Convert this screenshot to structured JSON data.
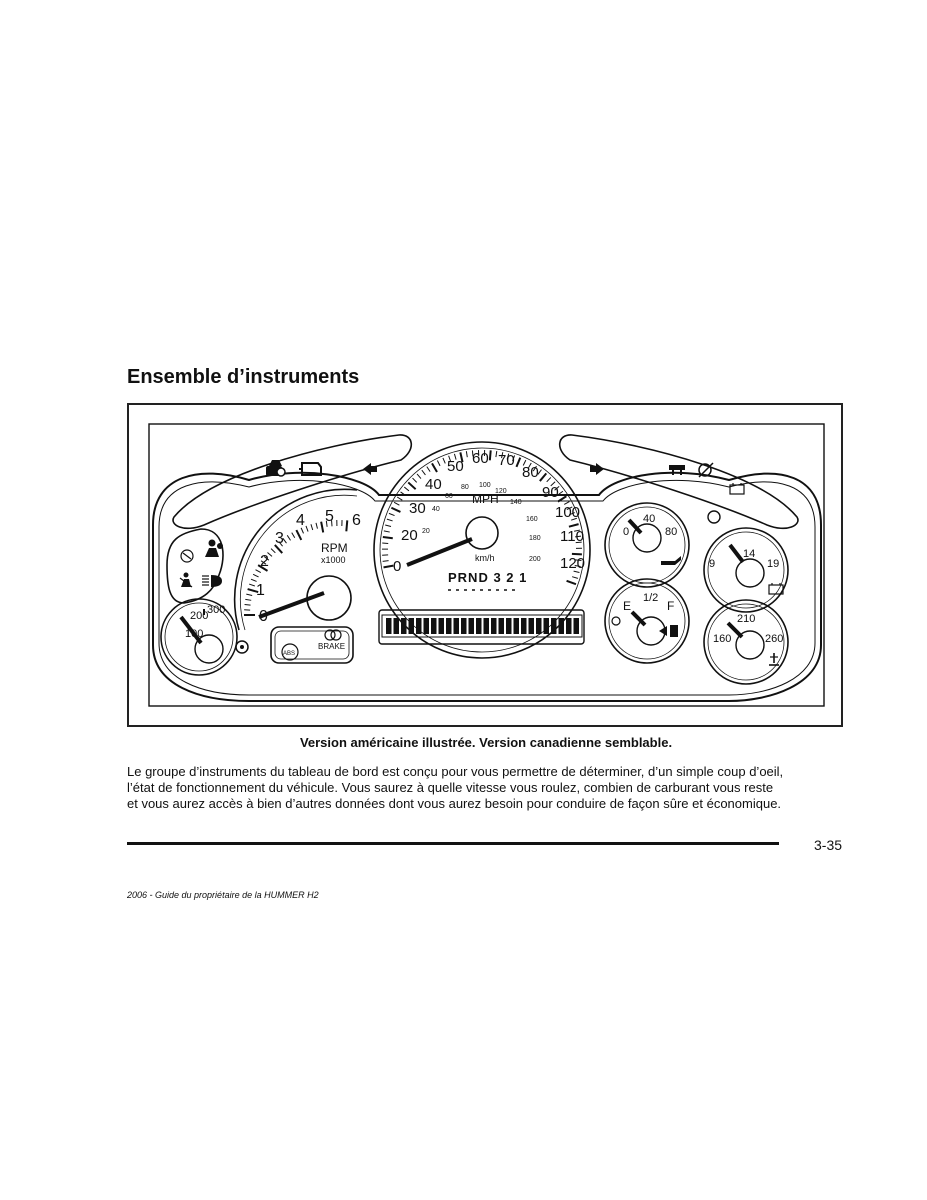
{
  "heading": "Ensemble d’instruments",
  "cluster": {
    "tach": {
      "numbers": [
        "0",
        "1",
        "2",
        "3",
        "4",
        "5",
        "6"
      ],
      "label": "RPM",
      "sublabel": "x1000"
    },
    "speedo": {
      "mph": [
        "0",
        "20",
        "30",
        "40",
        "50",
        "60",
        "70",
        "80",
        "90",
        "100",
        "110",
        "120"
      ],
      "kmh": [
        "20",
        "40",
        "60",
        "80",
        "100",
        "120",
        "140",
        "160",
        "180",
        "200"
      ],
      "mph_label": "MPH",
      "kmh_label": "km/h",
      "prnd": "PRND 3 2 1"
    },
    "oil_pressure": {
      "min": "0",
      "mid": "40",
      "max": "80"
    },
    "fuel": {
      "empty": "E",
      "half": "1/2",
      "full": "F"
    },
    "volts": {
      "min": "9",
      "mid": "14",
      "max": "19"
    },
    "coolant": {
      "min": "160",
      "mid": "210",
      "max": "260"
    },
    "trans_temp": {
      "min": "100",
      "mid": "200",
      "max": "300"
    },
    "abs": "ABS",
    "brake": "BRAKE"
  },
  "caption": "Version américaine illustrée. Version canadienne semblable.",
  "body": [
    "Le groupe d’instruments du tableau de bord est conçu pour vous permettre de déterminer, d’un simple coup d’oeil,",
    "l’état de fonctionnement du véhicule. Vous saurez à quelle vitesse vous roulez, combien de carburant vous reste",
    "et vous aurez accès à bien d’autres données dont vous aurez besoin pour conduire de façon sûre et économique."
  ],
  "page_number": "3-35",
  "footer": "2006 - Guide du propriétaire de la HUMMER H2"
}
